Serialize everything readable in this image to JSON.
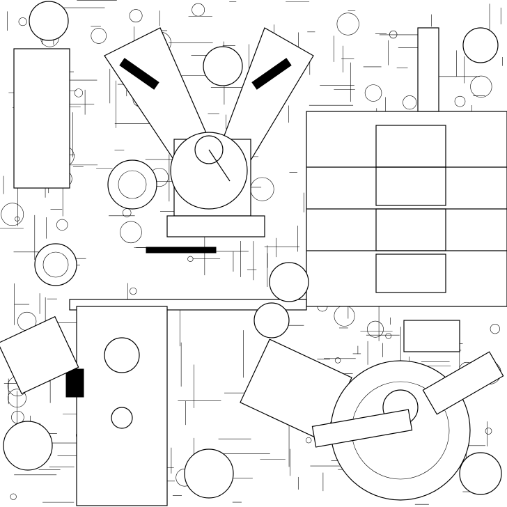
{
  "colors": {
    "ink": "#000000",
    "paper": "#ffffff"
  },
  "icons": [
    "engine-block-drawing",
    "piston-assembly",
    "flywheel",
    "gear",
    "connecting-rod"
  ]
}
